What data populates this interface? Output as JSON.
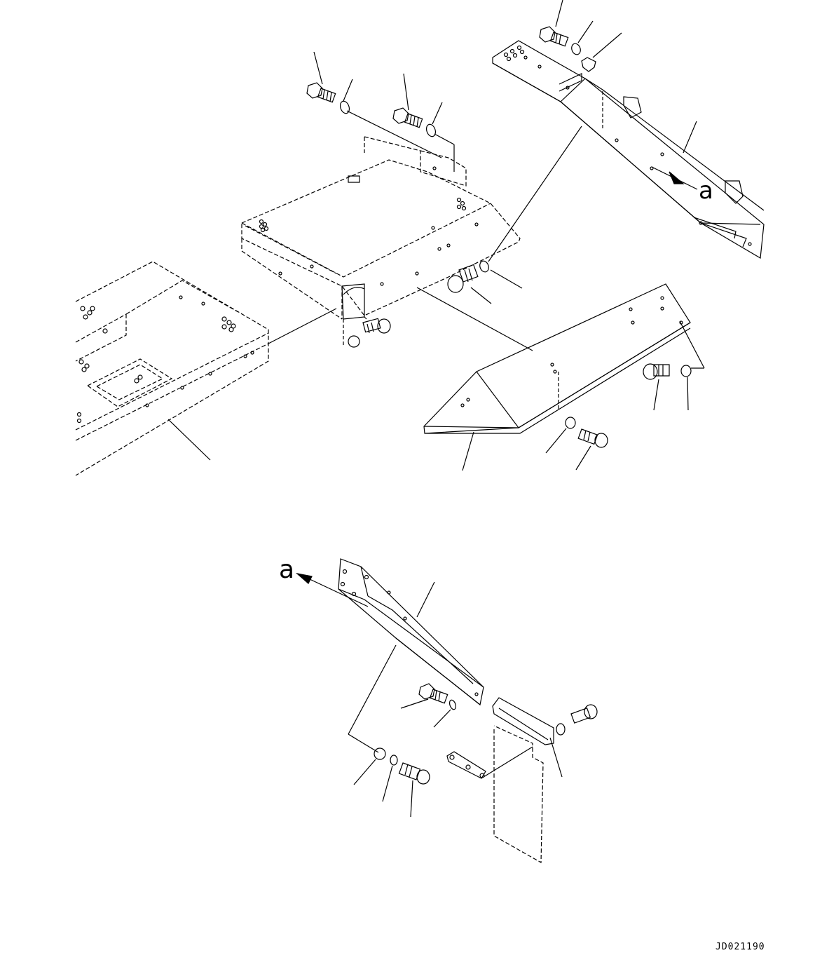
{
  "diagram": {
    "reference_mark_top": "a",
    "reference_mark_bottom": "a",
    "drawing_number": "JD021190"
  },
  "colors": {
    "ink": "#000000",
    "paper": "#ffffff"
  }
}
